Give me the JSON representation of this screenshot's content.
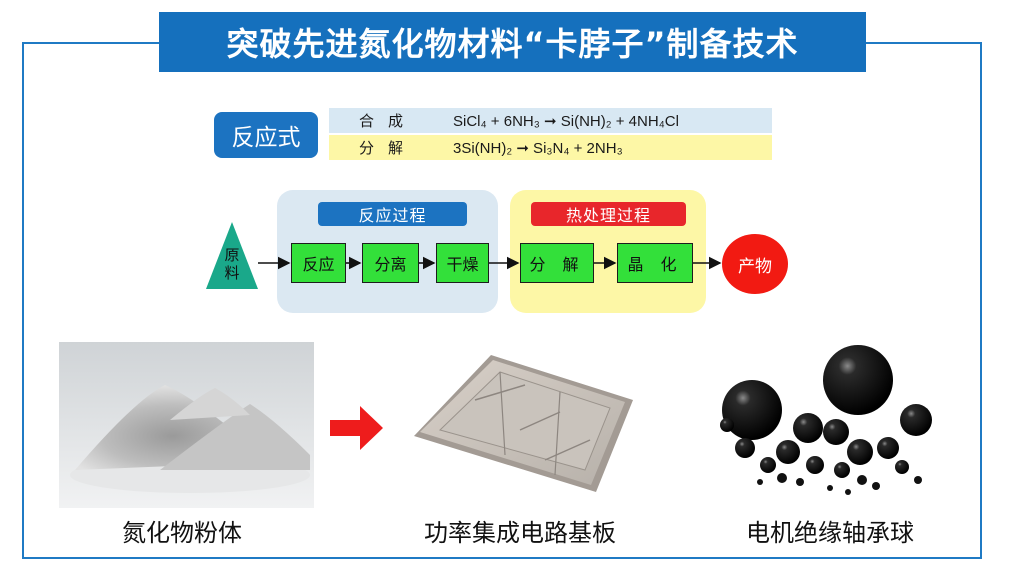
{
  "title": "突破先进氮化物材料“卡脖子”制备技术",
  "reaction": {
    "badge": "反应式",
    "rows": [
      {
        "label": "合成",
        "formula": "SiCl₄ + 6NH₃ ➞ Si(NH)₂ + 4NH₄Cl"
      },
      {
        "label": "分解",
        "formula": "3Si(NH)₂ ➞ Si₃N₄ + 2NH₃"
      }
    ]
  },
  "process": {
    "raw_material": "原料",
    "group_reaction": "反应过程",
    "group_heat": "热处理过程",
    "steps": [
      "反应",
      "分离",
      "干燥",
      "分 解",
      "晶 化"
    ],
    "product": "产物"
  },
  "captions": [
    "氮化物粉体",
    "功率集成电路基板",
    "电机绝缘轴承球"
  ],
  "colors": {
    "brand_blue": "#1570bd",
    "step_green": "#33e03a",
    "heat_red": "#e8262b",
    "product_red": "#f21a12",
    "raw_teal": "#1aa88a"
  }
}
